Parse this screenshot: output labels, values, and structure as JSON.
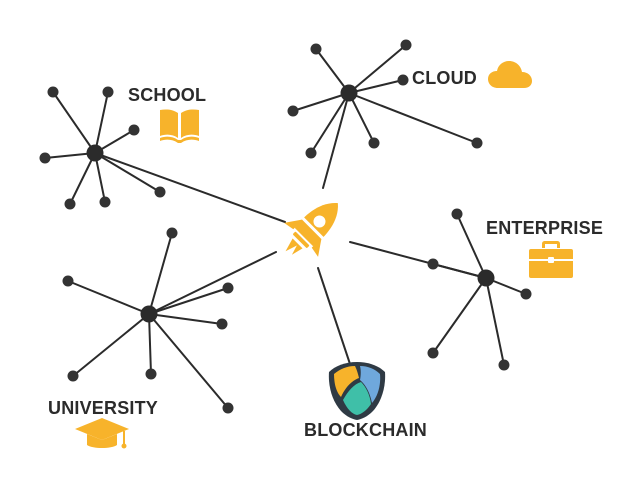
{
  "labels": {
    "school": "SCHOOL",
    "cloud": "CLOUD",
    "enterprise": "ENTERPRISE",
    "university": "UNIVERSITY",
    "blockchain": "BLOCKCHAIN"
  },
  "colors": {
    "accent": "#f7b32b",
    "line": "#2b2b2b",
    "node": "#333333",
    "blockchain_blue": "#6fa8dc",
    "blockchain_teal": "#3fbfa8",
    "blockchain_orange": "#f7b32b"
  },
  "icons": {
    "center": "rocket-icon",
    "school": "book-icon",
    "cloud": "cloud-icon",
    "enterprise": "briefcase-icon",
    "university": "graduation-cap-icon",
    "blockchain": "nem-logo-icon"
  }
}
